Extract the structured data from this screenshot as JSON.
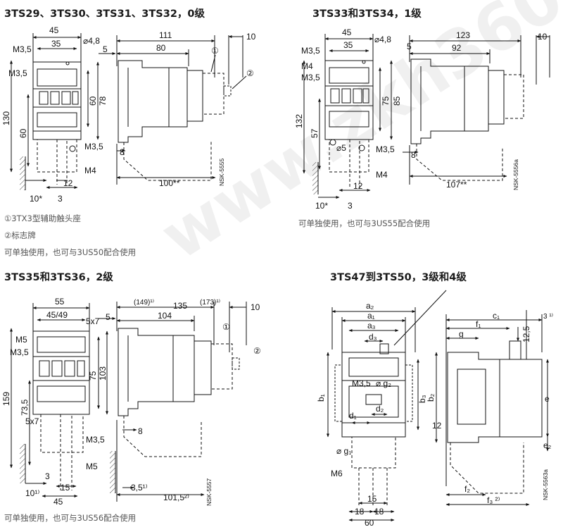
{
  "sections": [
    {
      "title": "3TS29、3TS30、3TS31、3TS32，0级",
      "notes": [
        "①3TX3型辅助触头座",
        "②标志牌",
        "可单独使用，也可与3US50配合使用"
      ]
    },
    {
      "title": "3TS33和3TS34，1级",
      "notes": [
        "可单独使用，也可与3US55配合使用"
      ]
    },
    {
      "title": "3TS35和3TS36，2级",
      "notes": [
        "可单独使用，也可与3US56配合使用"
      ]
    },
    {
      "title": "3TS47到3TS50，3级和4级",
      "notes": []
    }
  ],
  "labels": {
    "s1": {
      "w45": "45",
      "w35": "35",
      "hole": "⌀4,8",
      "m35a": "M3,5",
      "m35b": "M3,5",
      "h60": "60",
      "h78": "78",
      "h130": "130",
      "h60b": "60",
      "m35c": "M3,5",
      "m4": "M4",
      "x10": "10*",
      "x12": "12",
      "x3": "3",
      "d111": "111",
      "d80": "80",
      "d5": "5",
      "d10": "10",
      "c1": "①",
      "c2": "②",
      "d8": "8",
      "d100": "100**",
      "code": "NSK-5555"
    },
    "s2": {
      "w45": "45",
      "w35": "35",
      "hole": "⌀4,8",
      "m35a": "M3,5",
      "m4a": "M4",
      "m35b": "M3,5",
      "h75": "75",
      "h85": "85",
      "h132": "132",
      "h57": "57",
      "d5s": "⌀5",
      "m35c": "M3,5",
      "m4b": "M4",
      "x12": "12",
      "x10": "10*",
      "x3": "3",
      "d123": "123",
      "d92": "92",
      "d5": "5",
      "d10": "10",
      "d8": "8",
      "d107": "107**",
      "code": "NSK-5556a"
    },
    "s3": {
      "w55": "55",
      "w4549": "45/49",
      "x5x7a": "5x7",
      "m5a": "M5",
      "m35a": "M3,5",
      "h75": "75",
      "h103": "103",
      "h159": "159",
      "h735": "73,5",
      "x5x7b": "5x7",
      "m35b": "M3,5",
      "m5b": "M5",
      "x3a": "3",
      "x10": "10¹⁾",
      "x15": "15",
      "x45": "45",
      "d149": "(149)¹⁾",
      "d135": "135",
      "d173": "(173)¹⁾",
      "d104": "104",
      "d5": "5",
      "d10": "10",
      "c1": "①",
      "c2": "②",
      "d8": "8",
      "d35": "3,5¹⁾",
      "d1015": "101,5²⁾",
      "code": "NSK-5557"
    },
    "s4": {
      "a2": "a₂",
      "a1": "a₁",
      "a3": "a₃",
      "d3": "d₃",
      "b1": "b₁",
      "b3": "b₃",
      "m35": "M3,5",
      "g2": "⌀ g₂",
      "d2": "d₂",
      "d1": "d₁",
      "g1": "⌀ g₁",
      "m6": "M6",
      "x15": "15",
      "x18a": "18",
      "x18b": "18",
      "x60": "60",
      "c1": "c₁",
      "f1": "f₁",
      "g": "g",
      "x3": "3 ¹⁾",
      "x125": "12,5",
      "b2": "b₂",
      "e": "e",
      "e2": "e₂",
      "x12": "12",
      "f2": "f₂",
      "f3": "f₃ ²⁾",
      "code": "NSK-5563a"
    }
  },
  "watermark": "www.zkh360.com"
}
